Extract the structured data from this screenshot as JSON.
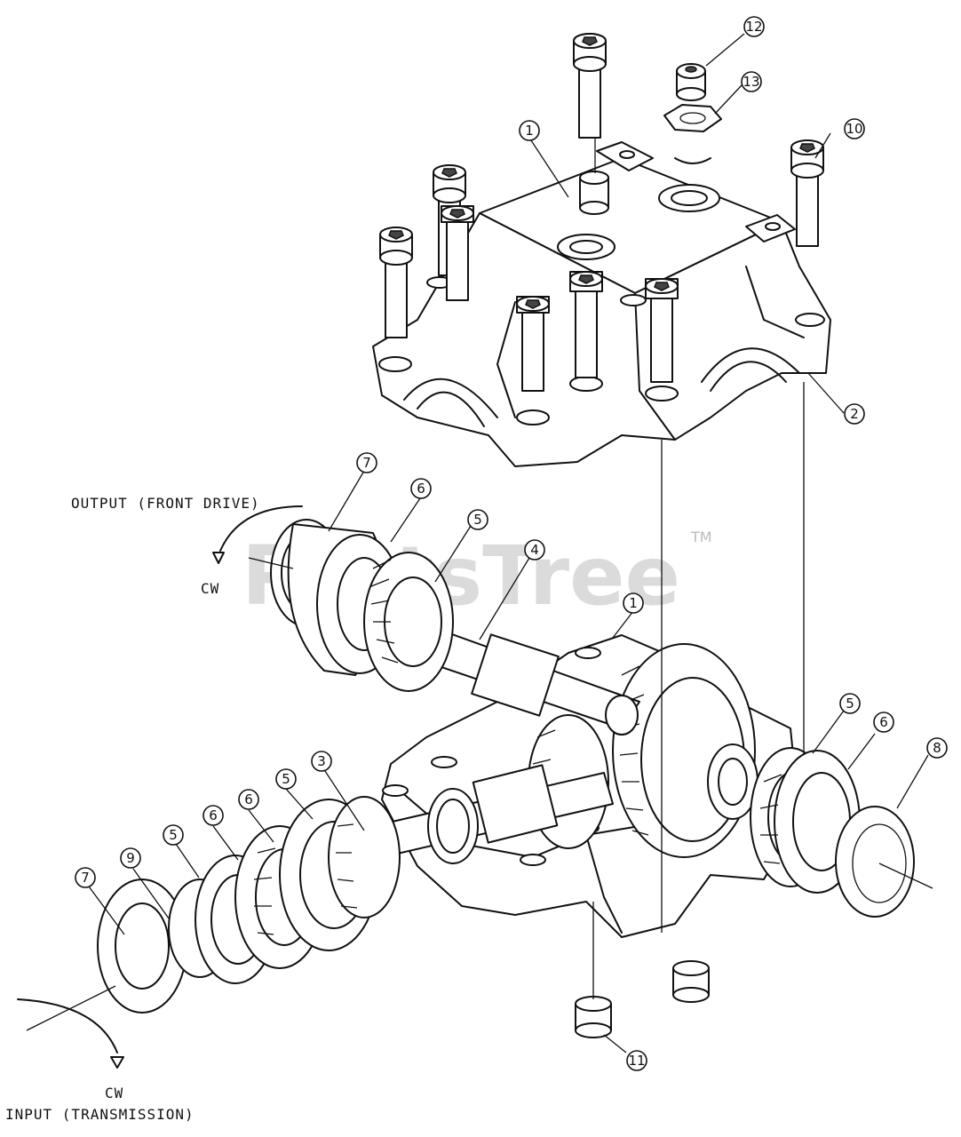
{
  "watermark": {
    "text": "PartsTree",
    "trademark": "TM"
  },
  "labels": {
    "output": "OUTPUT (FRONT DRIVE)",
    "output_rotation": "CW",
    "input_rotation": "CW",
    "input": "INPUT (TRANSMISSION)"
  },
  "callouts": [
    "1",
    "2",
    "3",
    "4",
    "5",
    "6",
    "7",
    "8",
    "9",
    "10",
    "11",
    "12",
    "13"
  ],
  "colors": {
    "line": "#111111",
    "watermark": "#cfcfcf",
    "background": "#ffffff"
  }
}
